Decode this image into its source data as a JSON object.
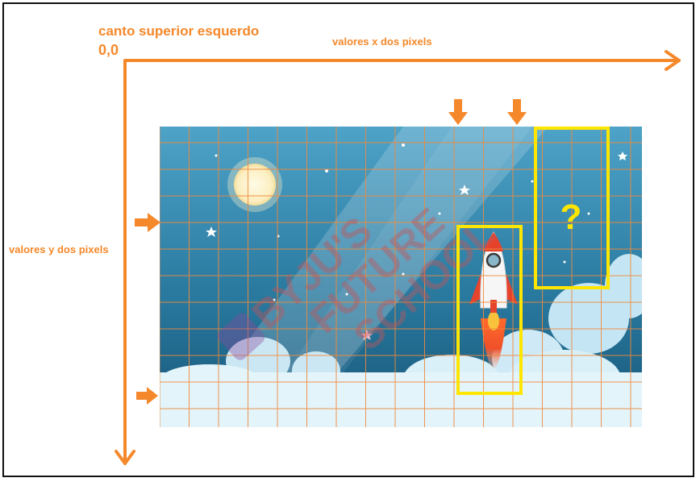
{
  "labels": {
    "corner_title": "canto superior esquerdo",
    "origin": "0,0",
    "x_axis": "valores x dos pixels",
    "y_axis": "valores y dos pixels",
    "question_mark": "?"
  },
  "watermark": {
    "line1": "BYJU'S",
    "line2": "FUTURE",
    "line3": "SCHOOL"
  },
  "colors": {
    "accent_orange": "#f5882a",
    "highlight_yellow": "#ffe600",
    "sky_top": "#3f93b9",
    "sky_bottom": "#17597c",
    "cloud": "#dff3fb",
    "grid_line": "#f08a3c"
  },
  "icons": {
    "moon": "moon-icon",
    "rocket": "rocket-icon",
    "arrow": "down-arrow-icon"
  }
}
